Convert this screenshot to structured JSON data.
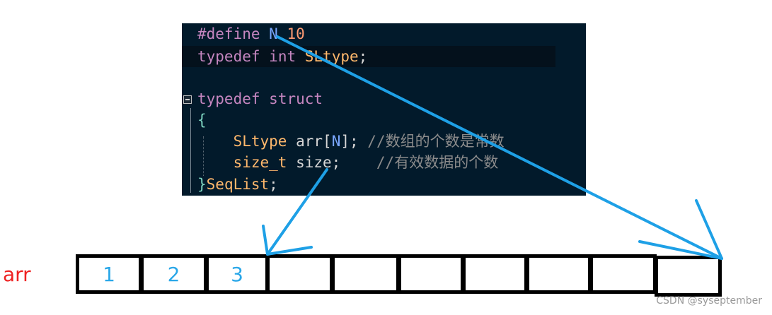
{
  "code": {
    "lines": [
      [
        {
          "t": "#define",
          "c": "kw"
        },
        {
          "t": " ",
          "c": "punct"
        },
        {
          "t": "N",
          "c": "macro"
        },
        {
          "t": " ",
          "c": "punct"
        },
        {
          "t": "10",
          "c": "num"
        }
      ],
      [
        {
          "t": "typedef",
          "c": "kw"
        },
        {
          "t": " ",
          "c": "punct"
        },
        {
          "t": "int",
          "c": "kw"
        },
        {
          "t": " ",
          "c": "punct"
        },
        {
          "t": "SLtype",
          "c": "type"
        },
        {
          "t": ";",
          "c": "punct"
        }
      ],
      [],
      [
        {
          "t": "typedef",
          "c": "kw"
        },
        {
          "t": " ",
          "c": "punct"
        },
        {
          "t": "struct",
          "c": "kw"
        }
      ],
      [
        {
          "t": "{",
          "c": "brace"
        }
      ],
      [
        {
          "t": "    ",
          "c": "punct"
        },
        {
          "t": "SLtype",
          "c": "type"
        },
        {
          "t": " ",
          "c": "punct"
        },
        {
          "t": "arr",
          "c": "ident"
        },
        {
          "t": "[",
          "c": "punct"
        },
        {
          "t": "N",
          "c": "macro"
        },
        {
          "t": "];",
          "c": "punct"
        },
        {
          "t": " ",
          "c": "punct"
        },
        {
          "t": "//数组的个数是常数",
          "c": "comment"
        }
      ],
      [
        {
          "t": "    ",
          "c": "punct"
        },
        {
          "t": "size_t",
          "c": "type"
        },
        {
          "t": " ",
          "c": "punct"
        },
        {
          "t": "size",
          "c": "ident"
        },
        {
          "t": ";",
          "c": "punct"
        },
        {
          "t": "    ",
          "c": "punct"
        },
        {
          "t": "//有效数据的个数",
          "c": "comment"
        }
      ],
      [
        {
          "t": "}",
          "c": "brace"
        },
        {
          "t": "SeqList",
          "c": "type"
        },
        {
          "t": ";",
          "c": "punct"
        }
      ]
    ]
  },
  "array": {
    "label": "arr",
    "cells": [
      "1",
      "2",
      "3",
      "",
      "",
      "",
      "",
      "",
      "",
      ""
    ]
  },
  "colors": {
    "arrow": "#1ea0e6",
    "label": "#ee2222",
    "cell_text": "#2aa7e8",
    "code_bg": "#021a2b"
  },
  "watermark": "CSDN @syseptember"
}
